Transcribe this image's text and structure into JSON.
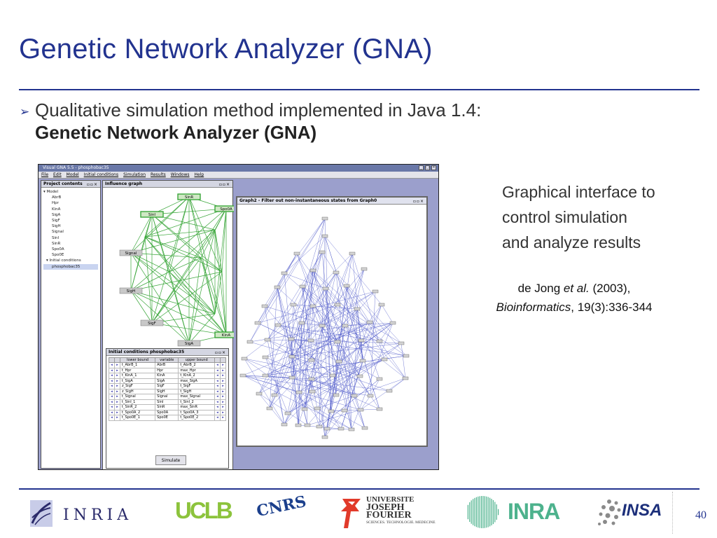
{
  "slide": {
    "title": "Genetic Network Analyzer (GNA)",
    "bullet_marker": "➢",
    "bullet_line1": "Qualitative simulation method implemented in Java 1.4:",
    "bullet_line2": "Genetic Network Analyzer (GNA)",
    "caption": [
      "Graphical interface to",
      "control simulation",
      "and analyze results"
    ],
    "citation": {
      "author": "de Jong ",
      "etal": "et al.",
      "year": " (2003),",
      "journal": "Bioinformatics",
      "ref": ", 19(3):336-344"
    },
    "page_number": "40"
  },
  "app": {
    "window_title": "Visual GNA 5.5 - phosphobac35",
    "menu": [
      "File",
      "Edit",
      "Model",
      "Initial conditions",
      "Simulation",
      "Results",
      "Windows",
      "Help"
    ],
    "project_panel": {
      "title": "Project contents",
      "model_label": "Model",
      "model_items": [
        "AbrB",
        "Hpr",
        "KinA",
        "SigA",
        "SigF",
        "SigH",
        "Signal",
        "SinI",
        "SinR",
        "Spo0A",
        "Spo0E"
      ],
      "initial_label": "Initial conditions",
      "initial_items": [
        "phosphobac35"
      ]
    },
    "influence_panel": {
      "title": "Influence graph",
      "nodes": [
        "SinR",
        "Spo0A",
        "SinI",
        "Signal",
        "SigH",
        "SigF",
        "KinA",
        "SigA"
      ]
    },
    "graph2_panel": {
      "title": "Graph2 - Filter out non-instantaneous states from Graph0"
    },
    "initcond_panel": {
      "title": "Initial conditions phosphobac35",
      "columns": [
        "lower bound",
        "variable",
        "upper bound"
      ],
      "rows": [
        [
          "t_AbrB_1",
          "AbrB",
          "t_AbrB_2"
        ],
        [
          "t_Hpr",
          "Hpr",
          "max_Hpr"
        ],
        [
          "t_KinA_1",
          "KinA",
          "t_KinA_2"
        ],
        [
          "t_SigA",
          "SigA",
          "max_SigA"
        ],
        [
          "z_SigF",
          "SigF",
          "t_SigF"
        ],
        [
          "z_SigH",
          "SigH",
          "t_SigH"
        ],
        [
          "t_Signal",
          "Signal",
          "max_Signal"
        ],
        [
          "t_SinI_1",
          "SinI",
          "t_SinI_2"
        ],
        [
          "t_SinR_2",
          "SinR",
          "max_SinR"
        ],
        [
          "t_Spo0A_2",
          "Spo0A",
          "t_Spo0A_3"
        ],
        [
          "t_Spo0E_1",
          "Spo0E",
          "t_Spo0E_2"
        ]
      ],
      "simulate_label": "Simulate"
    }
  },
  "logos": {
    "inria": "INRIA",
    "ucbl": "UCLB",
    "cnrs": "CNRS",
    "ujf_line1": "UNIVERSITE",
    "ujf_line2": "JOSEPH FOURIER",
    "ujf_line3": "SCIENCES. TECHNOLOGIE. MEDECINE",
    "inra": "INRA",
    "insa": "INSA"
  },
  "colors": {
    "title_blue": "#22338f",
    "influence_green": "#3aa63a",
    "state_graph_blue": "#4a55c8"
  }
}
